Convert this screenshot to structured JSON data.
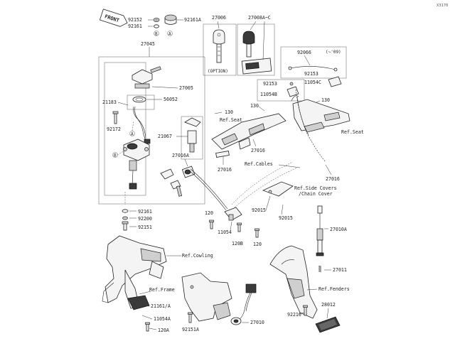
{
  "diagram": {
    "code": "X3170",
    "front_label": "FRONT",
    "callouts": {
      "p92152": "92152",
      "p92161_top": "92161",
      "p92161A": "92161A",
      "p27006": "27006",
      "p27008": "27008A~C",
      "option": "(OPTION)",
      "p27045": "27045",
      "p27005": "27005",
      "p56052": "56052",
      "p21183": "21183",
      "p92172": "92172",
      "p21067": "21067",
      "p27016A": "27016A",
      "p92161_mid": "92161",
      "p92200": "92200",
      "p92151": "92151",
      "p92066": "92066",
      "p92066_note": "(~'09)",
      "p92153_a": "92153",
      "p11054C": "11054C",
      "p92153_b": "92153",
      "p11054B": "11054B",
      "p130_a": "130",
      "p130_b": "130",
      "p130_c": "130",
      "p27016_a": "27016",
      "p27016_b": "27016",
      "p27016_c": "27016",
      "p92015_a": "92015",
      "p92015_b": "92015",
      "p120_a": "120",
      "p11054": "11054",
      "p120B": "120B",
      "p120_b": "120",
      "p27010A": "27010A",
      "p27011": "27011",
      "p28012": "28012",
      "p92210": "92210",
      "p21161A": "21161/A",
      "p11054A": "11054A",
      "p120A": "120A",
      "p92151A": "92151A",
      "p27010": "27010",
      "circle_A": "A",
      "circle_B": "B"
    },
    "references": {
      "seat_left": "Ref.Seat",
      "seat_right": "Ref.Seat",
      "cables": "Ref.Cables",
      "side_covers_1": "Ref.Side Covers",
      "side_covers_2": "/Chain Cover",
      "cowling": "Ref.Cowling",
      "frame": "Ref.Frame",
      "fenders": "Ref.Fenders"
    }
  }
}
